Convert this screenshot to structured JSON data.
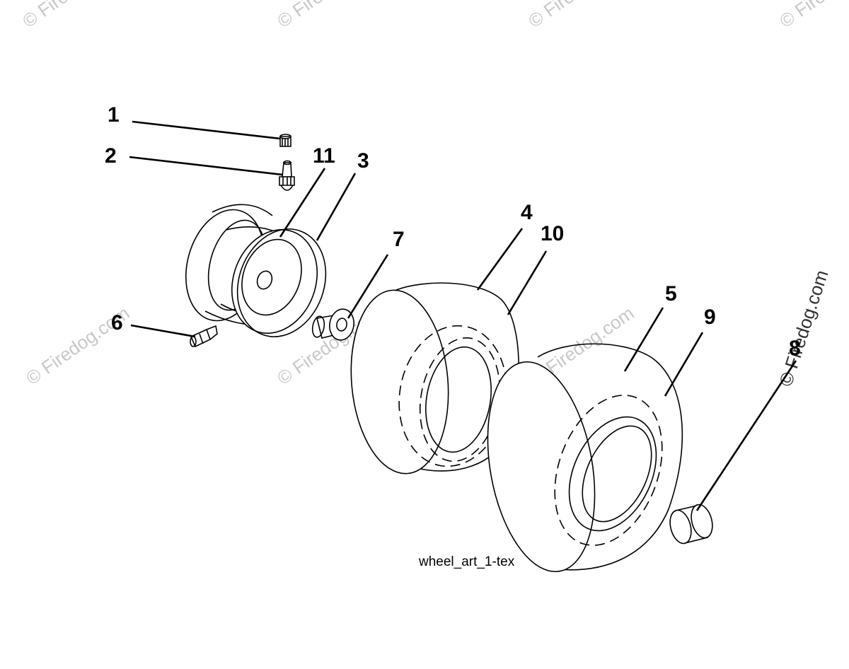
{
  "diagram": {
    "caption": "wheel_art_1-tex",
    "watermark": "© Firedog.com",
    "callouts": {
      "c1": "1",
      "c2": "2",
      "c3": "3",
      "c4": "4",
      "c5": "5",
      "c6": "6",
      "c7": "7",
      "c8": "8",
      "c9": "9",
      "c10": "10",
      "c11": "11"
    }
  }
}
